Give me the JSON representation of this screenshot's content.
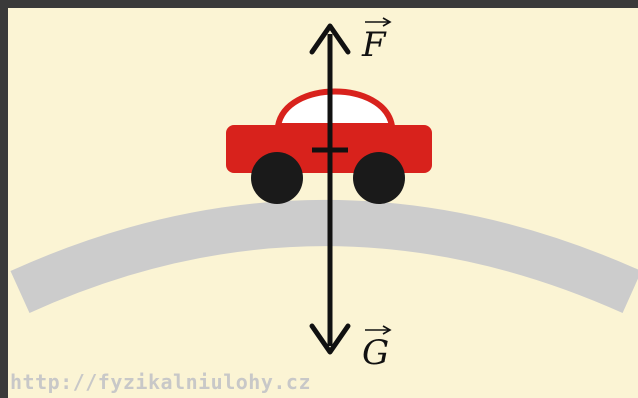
{
  "diagram": {
    "force_up_label": "F",
    "force_down_label": "G",
    "watermark": "http://fyzikalniulohy.cz"
  },
  "colors": {
    "background": "#fbf4d4",
    "frame": "#3a3a3a",
    "road": "#cccccc",
    "car_body": "#d8221c",
    "wheels": "#1a1a1a",
    "arrows": "#111111"
  }
}
